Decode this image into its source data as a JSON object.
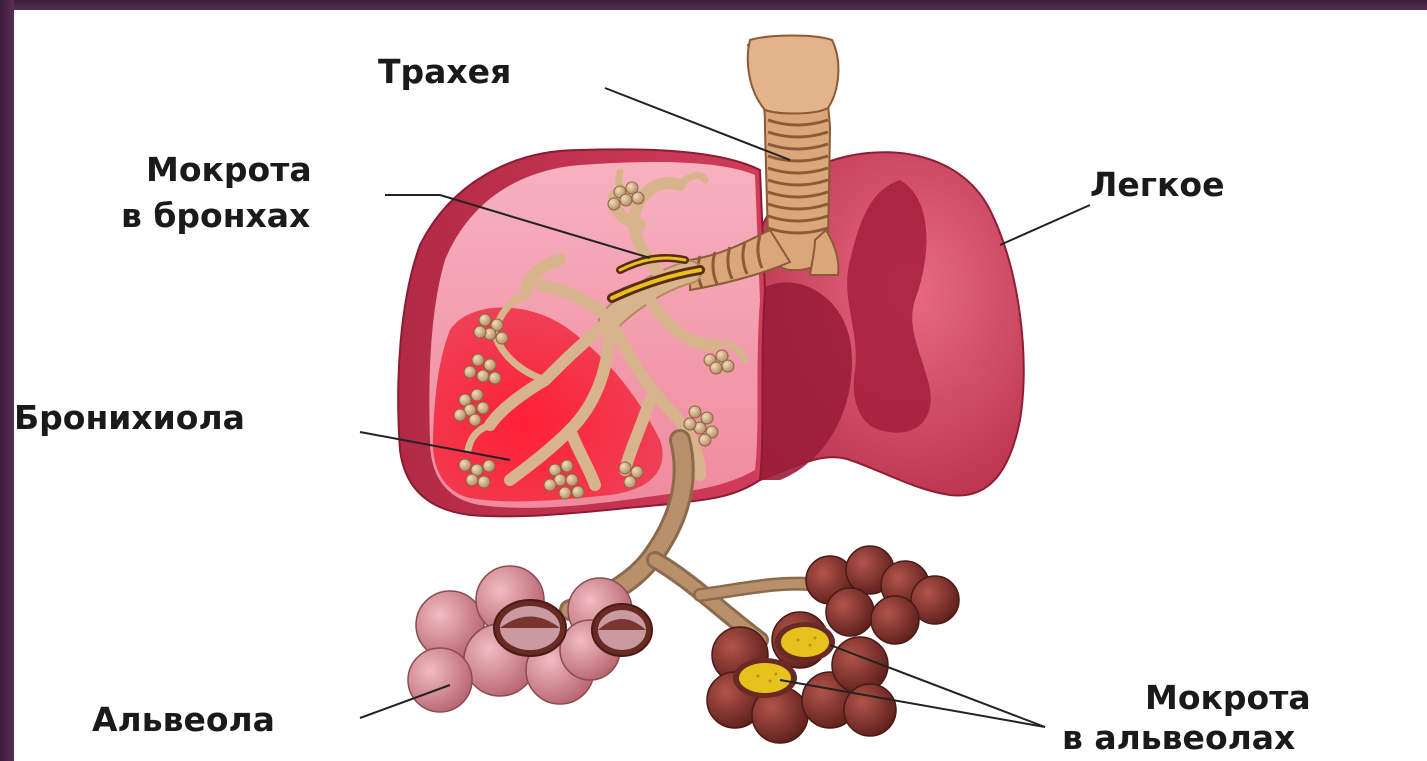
{
  "labels": {
    "trachea": "Трахея",
    "sputum_bronchi_1": "Мокрота",
    "sputum_bronchi_2": "в бронхах",
    "lung": "Легкое",
    "bronchiole": "Бронихиола",
    "alveolus": "Альвеола",
    "sputum_alveoli_1": "Мокрота",
    "sputum_alveoli_2": "в альвеолах"
  },
  "colors": {
    "frame": "#4a2347",
    "lung_dark": "#a8243c",
    "lung_mid": "#cf3a58",
    "lung_light": "#f3a4b4",
    "lung_red": "#e8243a",
    "trachea": "#d9a77a",
    "bronchi": "#d7b48c",
    "sputum": "#e8c21c",
    "alveoli_pink": "#c98088",
    "alveoli_brown": "#7a2e28"
  }
}
